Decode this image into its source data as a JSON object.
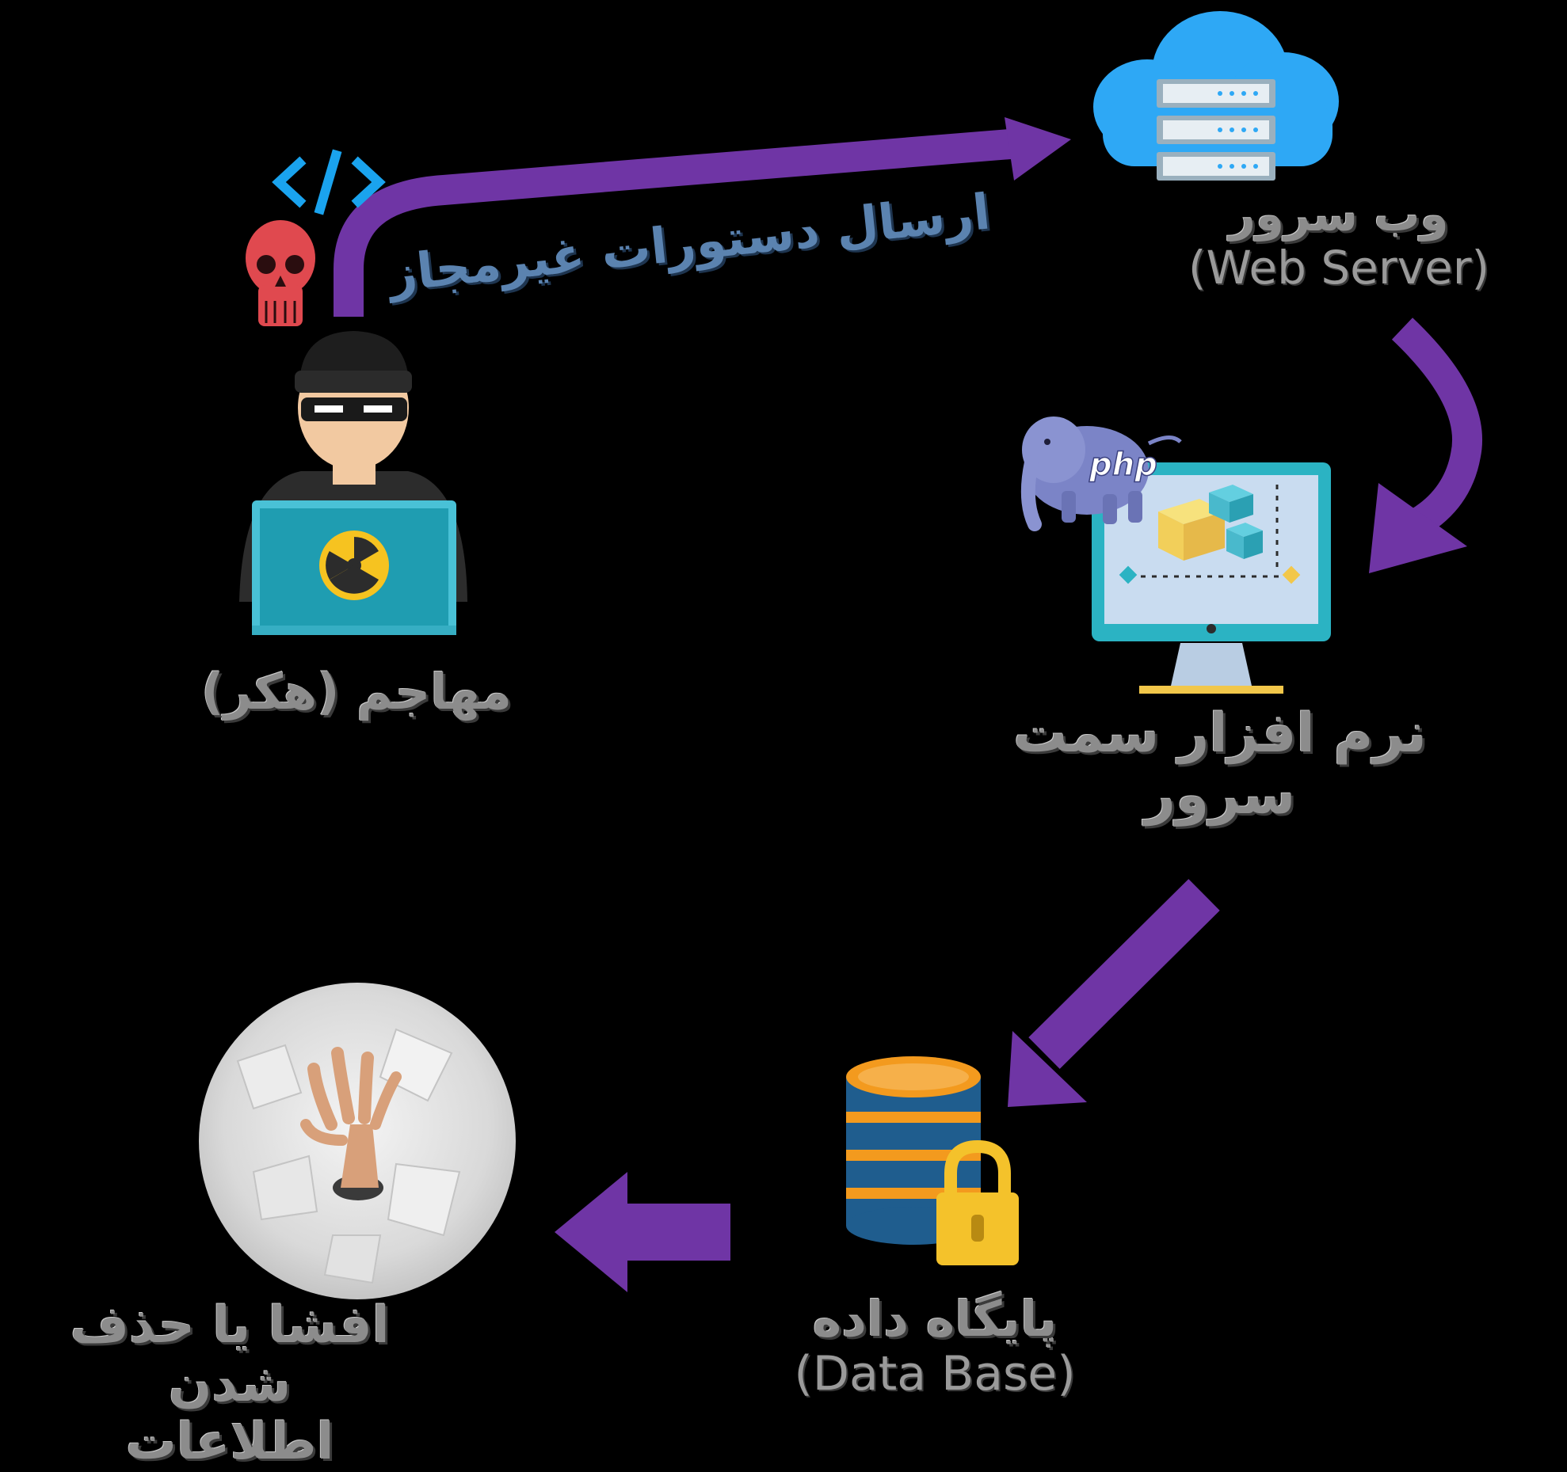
{
  "edge": {
    "attack_label": "ارسال دستورات غیرمجاز"
  },
  "nodes": {
    "hacker": {
      "label": "مهاجم (هکر)"
    },
    "web_server": {
      "label_fa": "وب سرور",
      "label_en": "(Web Server)"
    },
    "server_software": {
      "label_line1": "نرم افزار سمت",
      "label_line2": "سرور",
      "badge": "php"
    },
    "database": {
      "label_fa": "پایگاه داده",
      "label_en": "(Data Base)"
    },
    "data_leak": {
      "label_line1": "افشا یا حذف شدن",
      "label_line2": "اطلاعات"
    }
  },
  "colors": {
    "background": "#000000",
    "arrow": "#6f35a5",
    "label_gray": "#8c8c8c",
    "attack_label_blue": "#5b83b0",
    "cloud_blue": "#2ea8f5",
    "code_icon_blue": "#1aa3ee",
    "skull_red": "#e0494f",
    "laptop_teal": "#1f9db1",
    "radiation_yellow": "#f6c320",
    "db_blue": "#1f5d8e",
    "db_orange": "#f39a1e",
    "lock_yellow": "#f4c22b"
  }
}
